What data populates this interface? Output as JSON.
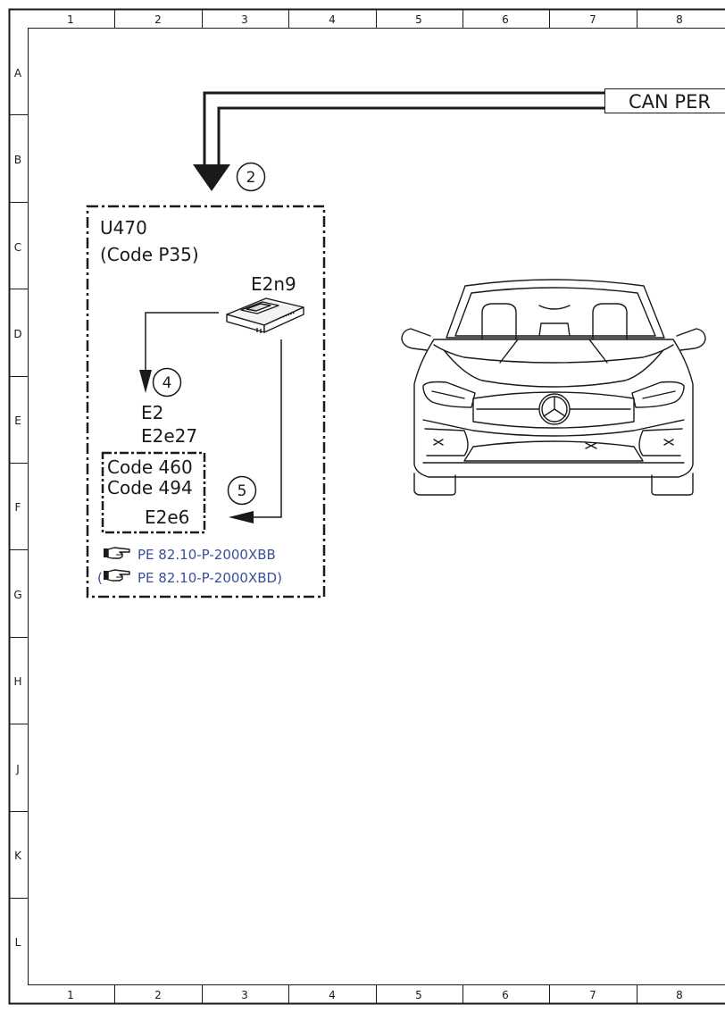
{
  "frame": {
    "columns": [
      "1",
      "2",
      "3",
      "4",
      "5",
      "6",
      "7",
      "8"
    ],
    "rows": [
      "A",
      "B",
      "C",
      "D",
      "E",
      "F",
      "G",
      "H",
      "J",
      "K",
      "L"
    ]
  },
  "bus": {
    "label": "CAN PER"
  },
  "markers": {
    "m2": "2",
    "m4": "4",
    "m5": "5"
  },
  "unit": {
    "name": "U470",
    "code": "(Code P35)",
    "module": "E2n9",
    "target_line1": "E2",
    "target_line2": "E2e27",
    "code_group_line1": "Code 460",
    "code_group_line2": "Code 494",
    "code_group_target": "E2e6"
  },
  "references": [
    {
      "prefix": "",
      "text": "PE 82.10-P-2000XBB",
      "suffix": ""
    },
    {
      "prefix": "(",
      "text": "PE 82.10-P-2000XB",
      "suffix": "D)"
    }
  ],
  "colors": {
    "line": "#1a1a1a",
    "link": "#3b4f9a"
  },
  "icons": {
    "reference": "pointing-hand-icon",
    "vehicle": "car-front-view",
    "module": "control-module-icon"
  }
}
